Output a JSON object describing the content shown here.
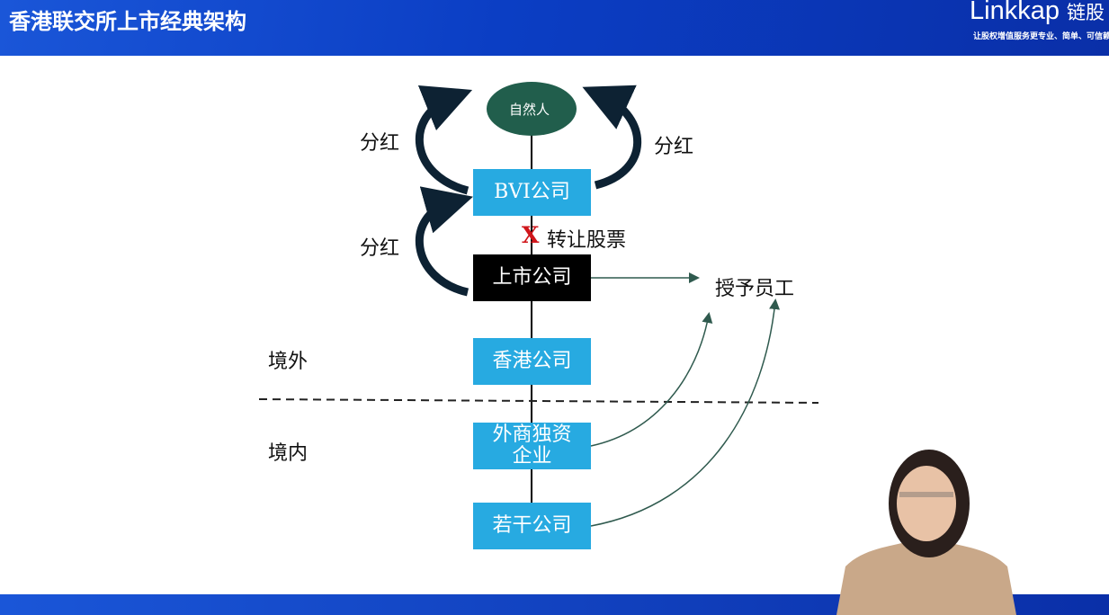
{
  "header": {
    "title": "香港联交所上市经典架构",
    "logo": "Linkkap",
    "logo_cn": "链股",
    "slogan": "让股权增值服务更专业、简单、可信赖"
  },
  "diagram": {
    "person": "自然人",
    "bvi": "BVI公司",
    "listed": "上市公司",
    "hk": "香港公司",
    "wfoe": "外商独资企业",
    "subs": "若干公司",
    "dividend_left_top": "分红",
    "dividend_right_top": "分红",
    "dividend_left_mid": "分红",
    "transfer_mark": "X",
    "transfer": "转让股票",
    "grant": "授予员工",
    "offshore": "境外",
    "onshore": "境内"
  },
  "colors": {
    "box": "#27aae1",
    "listed": "#000000",
    "person": "#215e4c",
    "cross": "#d0161b"
  }
}
